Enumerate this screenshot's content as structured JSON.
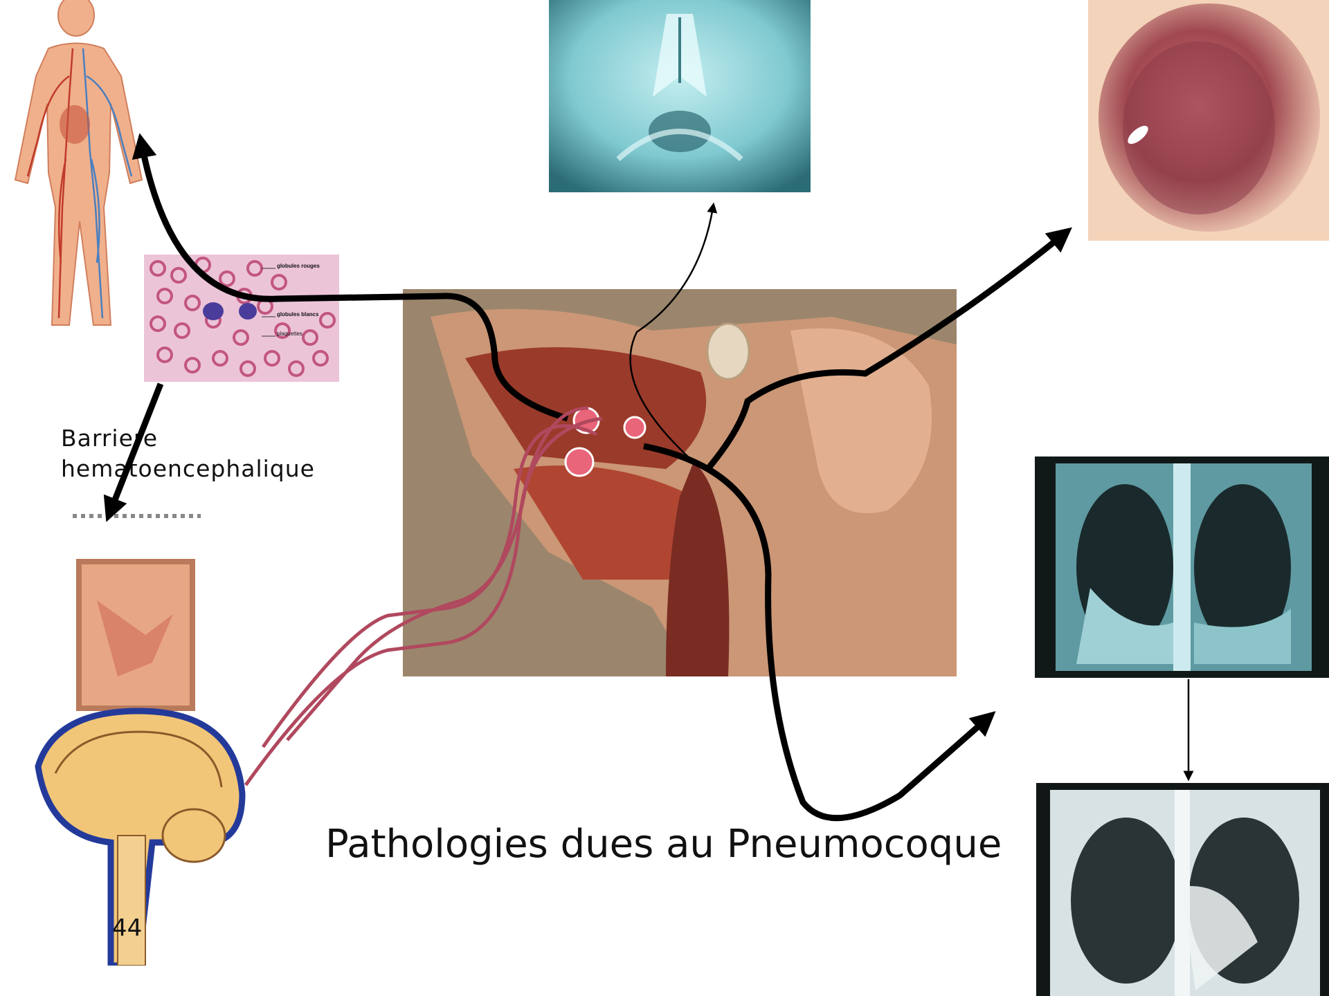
{
  "slide": {
    "title": "Pathologies dues au Pneumocoque",
    "page_number": "44"
  },
  "labels": {
    "barrier_line1": "Barriere",
    "barrier_line2": "hematoencephalique"
  },
  "smear_labels": {
    "label1": "globules rouges",
    "label2": "globules blancs",
    "label3": "plaquettes"
  },
  "colors": {
    "arrow": "#000000",
    "pathway": "#b0485e",
    "xray": "#8fd6dc",
    "skin": "#e8a07a"
  }
}
